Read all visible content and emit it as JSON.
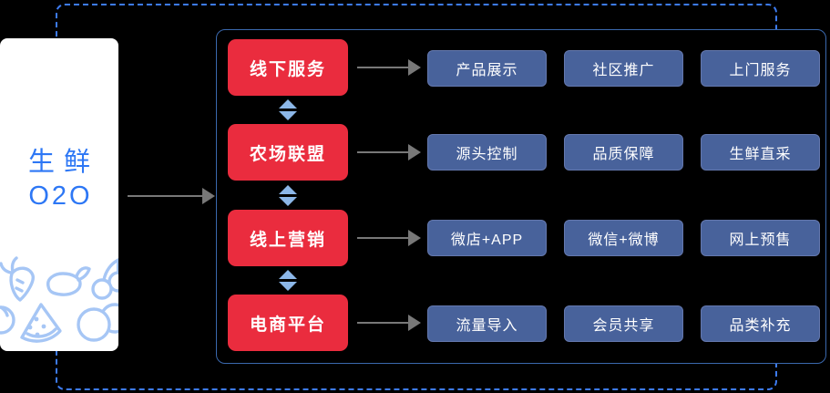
{
  "brand": {
    "line1": "生鲜",
    "line2": "O2O"
  },
  "flow": {
    "rows": [
      {
        "source": "线下服务",
        "targets": [
          "产品展示",
          "社区推广",
          "上门服务"
        ]
      },
      {
        "source": "农场联盟",
        "targets": [
          "源头控制",
          "品质保障",
          "生鲜直采"
        ]
      },
      {
        "source": "线上营销",
        "targets": [
          "微店+APP",
          "微信+微博",
          "网上预售"
        ]
      },
      {
        "source": "电商平台",
        "targets": [
          "流量导入",
          "会员共享",
          "品类补充"
        ]
      }
    ]
  },
  "icons": {
    "produce": [
      "carrot-icon",
      "eggplant-icon",
      "cherry-icon",
      "tomato-icon",
      "watermelon-icon",
      "peach-icon"
    ],
    "connectors": [
      "arrow-right-icon",
      "double-arrow-vertical-icon"
    ]
  },
  "colors": {
    "background": "#000000",
    "card_bg": "#FFFFFF",
    "brand_blue": "#2D77F5",
    "icon_blue": "#A6C6F5",
    "source_red": "#EA2C3E",
    "target_blue": "#48629B",
    "target_border": "#6478AE",
    "panel_border": "#3A68AD",
    "dashed_border": "#3D7BF0",
    "double_arrow": "#8CB7E8",
    "gray_arrow": "#787878",
    "box_text": "#FFFFFF"
  }
}
